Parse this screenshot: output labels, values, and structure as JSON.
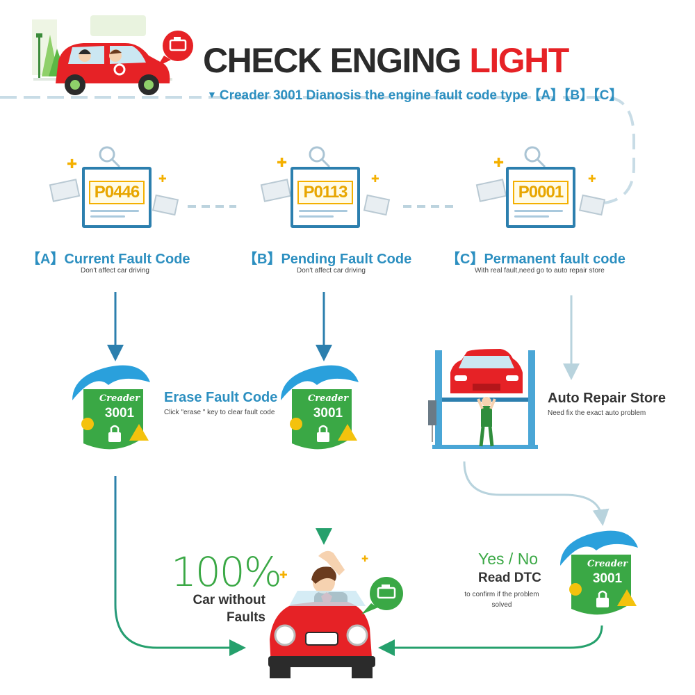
{
  "header": {
    "title_dark": "CHECK ENGING",
    "title_red": "LIGHT",
    "subtitle": "Creader 3001 Dianosis the engine fault code type【A】【B】【C】",
    "subtitle_icon": "triangle-down-icon"
  },
  "codes": [
    {
      "code": "P0446",
      "title": "【A】Current Fault Code",
      "note": "Don't affect car driving"
    },
    {
      "code": "P0113",
      "title": "【B】Pending Fault Code",
      "note": "Don't affect car driving"
    },
    {
      "code": "P0001",
      "title": "【C】Permanent fault code",
      "note": "With real fault,need go to auto repair store"
    }
  ],
  "erase": {
    "title": "Erase Fault Code",
    "note": "Click \"erase \" key to clear fault code"
  },
  "repair": {
    "title": "Auto Repair Store",
    "note": "Need fix the exact auto problem"
  },
  "verify": {
    "yes_no": "Yes / No",
    "title": "Read DTC",
    "note": "to confirm if the problem solved"
  },
  "result": {
    "percent": "100%",
    "title_line1": "Car without",
    "title_line2": "Faults"
  },
  "device": {
    "brand": "Creader",
    "model": "3001"
  },
  "colors": {
    "accent_blue": "#2c8fc0",
    "card_blue": "#2c7fae",
    "green": "#3aa845",
    "red": "#e62226",
    "code_yellow": "#f4b000",
    "dash": "#c8dce6"
  }
}
